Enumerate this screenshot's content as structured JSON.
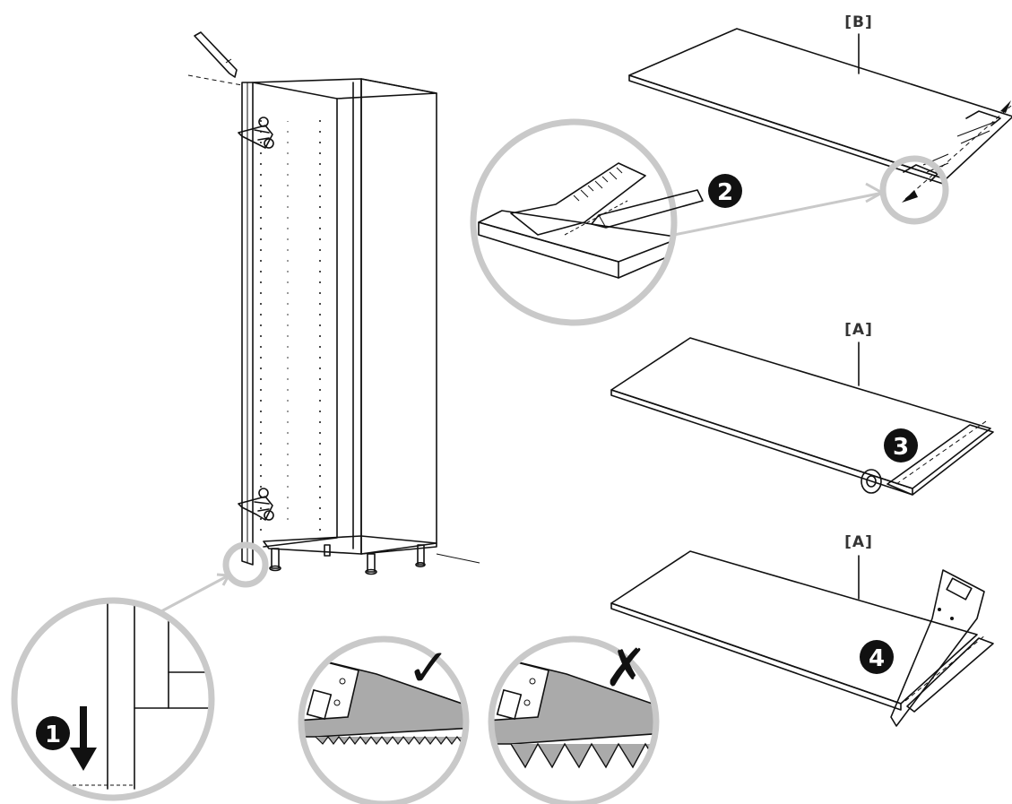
{
  "panel_labels": {
    "board_b": "[B]",
    "board_a_upper": "[A]",
    "board_a_lower": "[A]"
  },
  "steps": [
    "1",
    "2",
    "3",
    "4"
  ],
  "saw_marks": {
    "correct": "✓",
    "incorrect": "✗"
  },
  "colors": {
    "line": "#111111",
    "callout_gray": "#c9c9c9",
    "badge": "#111111",
    "background": "#ffffff"
  }
}
